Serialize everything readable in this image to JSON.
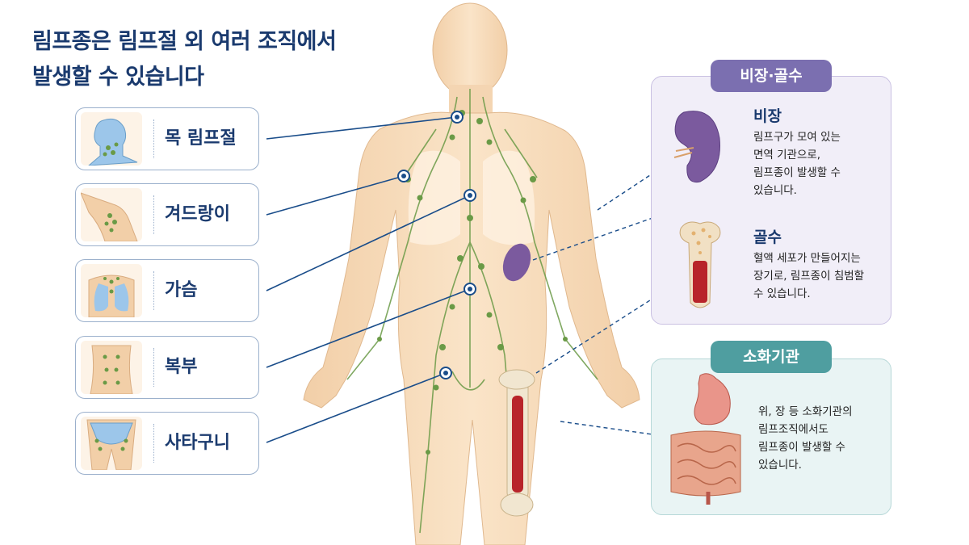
{
  "title": {
    "line1": "림프종은 림프절 외 여러 조직에서",
    "line2": "발생할 수 있습니다"
  },
  "regions": [
    {
      "label": "목 림프절",
      "icon": "neck-icon"
    },
    {
      "label": "겨드랑이",
      "icon": "armpit-icon"
    },
    {
      "label": "가슴",
      "icon": "chest-icon"
    },
    {
      "label": "복부",
      "icon": "abdomen-icon"
    },
    {
      "label": "사타구니",
      "icon": "groin-icon"
    }
  ],
  "spleen_bone_panel": {
    "tag": "비장·골수",
    "spleen": {
      "title": "비장",
      "lines": [
        "림프구가 모여 있는",
        "면역 기관으로,",
        "림프종이 발생할 수",
        "있습니다."
      ]
    },
    "bone": {
      "title": "골수",
      "lines": [
        "혈액 세포가 만들어지는",
        "장기로, 림프종이 침범할",
        "수 있습니다."
      ]
    }
  },
  "digestive_panel": {
    "tag": "소화기관",
    "lines": [
      "위, 장 등 소화기관의",
      "림프조직에서도",
      "림프종이 발생할 수",
      "있습니다."
    ]
  },
  "colors": {
    "navy": "#1a3a6e",
    "skin": "#f7dcbc",
    "lymph": "#6a9a46",
    "purple_tag": "#7b6fb0",
    "teal_tag": "#4f9ea0"
  }
}
